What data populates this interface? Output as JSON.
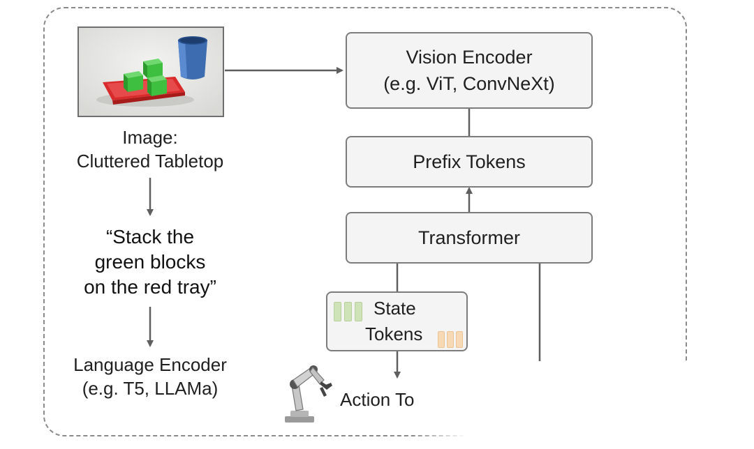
{
  "image_panel": {
    "label_line1": "Image:",
    "label_line2": "Cluttered Tabletop"
  },
  "instruction": {
    "line1": "“Stack the",
    "line2": "green blocks",
    "line3": "on the red tray”"
  },
  "language_encoder": {
    "line1": "Language Encoder",
    "line2": "(e.g. T5, LLAMa)"
  },
  "vision_encoder": {
    "line1": "Vision Encoder",
    "line2": "(e.g. ViT, ConvNeXt)"
  },
  "prefix_tokens": {
    "label": "Prefix Tokens"
  },
  "transformer": {
    "label": "Transformer"
  },
  "state_tokens": {
    "line1": "State",
    "line2": "Tokens"
  },
  "action_tokens": {
    "label": "Action To"
  },
  "colors": {
    "box_fill": "#f4f4f4",
    "box_border": "#7c7c7c",
    "arrow": "#5e5e5e",
    "state_green": "#cfe3b8",
    "state_orange": "#f8d9b6",
    "tray_red": "#d92b2b",
    "block_green": "#3fbf3f",
    "cup_blue": "#3d6db0"
  }
}
